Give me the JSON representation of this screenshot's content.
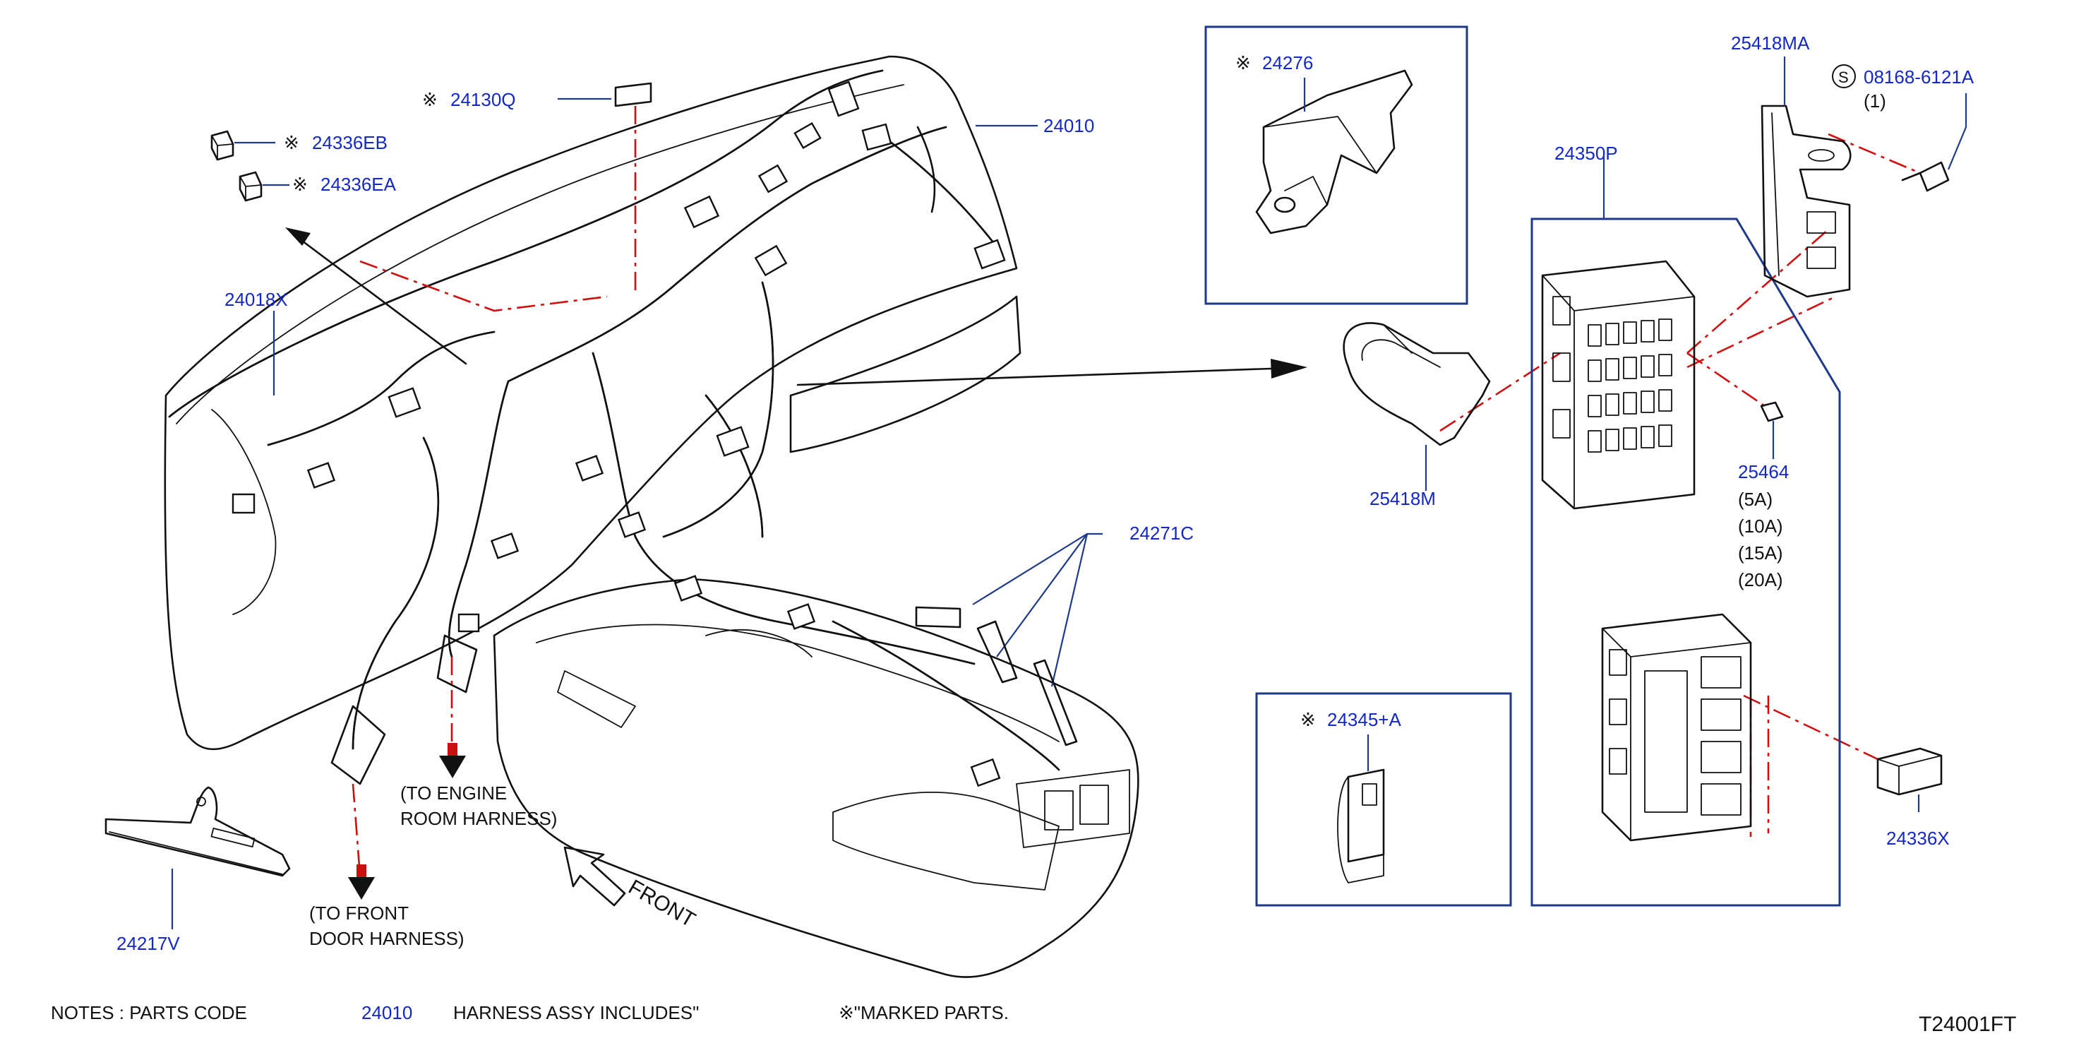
{
  "labels": {
    "p24130q": "24130Q",
    "p24336eb": "24336EB",
    "p24336ea": "24336EA",
    "p24010": "24010",
    "p24018x": "24018X",
    "p24217v": "24217V",
    "p24271c": "24271C",
    "p24276": "24276",
    "p24345a": "24345+A",
    "p25418ma": "25418MA",
    "p08168": "08168-6121A",
    "p08168_qty": "(1)",
    "s_mark": "S",
    "p24350p": "24350P",
    "p25418m": "25418M",
    "p25464": "25464",
    "amp5": "(5A)",
    "amp10": "(10A)",
    "amp15": "(15A)",
    "amp20": "(20A)",
    "p24336x": "24336X"
  },
  "mark": "※",
  "annotations": {
    "engine_1": "(TO   ENGINE",
    "engine_2": "ROOM   HARNESS)",
    "door_1": "(TO   FRONT",
    "door_2": "DOOR   HARNESS)",
    "front": "FRONT"
  },
  "notes": {
    "prefix": "NOTES   :   PARTS   CODE",
    "code": "24010",
    "middle": "HARNESS   ASSY   INCLUDES\"",
    "suffix": "※\"MARKED   PARTS."
  },
  "figure_id": "T24001FT",
  "colors": {
    "part_number": "#1428c8",
    "leader": "#1e3a8a",
    "dash": "#d01010",
    "outline": "#111111"
  }
}
